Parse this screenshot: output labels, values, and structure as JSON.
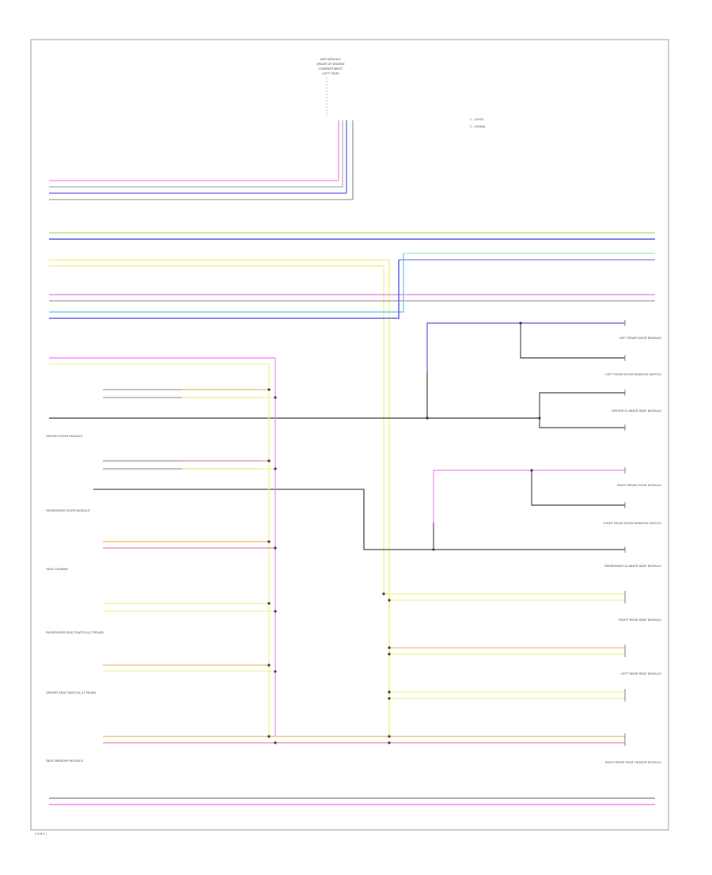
{
  "top_connector": {
    "lines": [
      "ABS MODULE",
      "(REAR OF ENGINE",
      "COMPARTMENT,",
      "LEFT SIDE)"
    ]
  },
  "legend": {
    "items": [
      "1 - LEVEL",
      "2 - SIGNAL"
    ]
  },
  "modules": {
    "driver_door": "DRIVER DOOR MODULE",
    "passenger_door": "PASSENGER DOOR MODULE",
    "seat_lumbar": "SEAT LUMBAR",
    "passenger_seat": "PASSENGER SEAT SWITCH (LT REAR)",
    "driver_seat": "DRIVER SEAT SWITCH (LT REAR)",
    "seat_memory": "SEAT MEMORY MODULE",
    "left_rear_door": "LEFT REAR DOOR MODULE",
    "left_rear_door_window": "LEFT REAR DOOR WINDOW SWITCH",
    "driver_climate_seat": "DRIVER CLIMATE SEAT MODULE",
    "right_rear_door": "RIGHT REAR DOOR MODULE",
    "right_rear_door_window": "RIGHT REAR DOOR WINDOW SWITCH",
    "passenger_climate_seat": "PASSENGER CLIMATE SEAT MODULE",
    "right_rear_seat": "RIGHT REAR SEAT MODULE",
    "left_rear_seat": "LEFT REAR SEAT MODULE",
    "right_rear_seat_heater": "RIGHT REAR SEAT HEATER MODULE"
  },
  "footer": {
    "page_label": "( 3 of 4 )"
  },
  "colors": {
    "violet": "#f27ff2",
    "brown": "#b0b0b0",
    "grey": "#9a9a9a",
    "blue": "#5a5ae6",
    "green_yellow": "#c7e07a",
    "yellow": "#f2f28c",
    "orange": "#f2be6e",
    "pink": "#f29cb8",
    "black": "#404040",
    "light_blue": "#7fc9f2",
    "light_green": "#b6e6b6",
    "frame": "#999999"
  }
}
